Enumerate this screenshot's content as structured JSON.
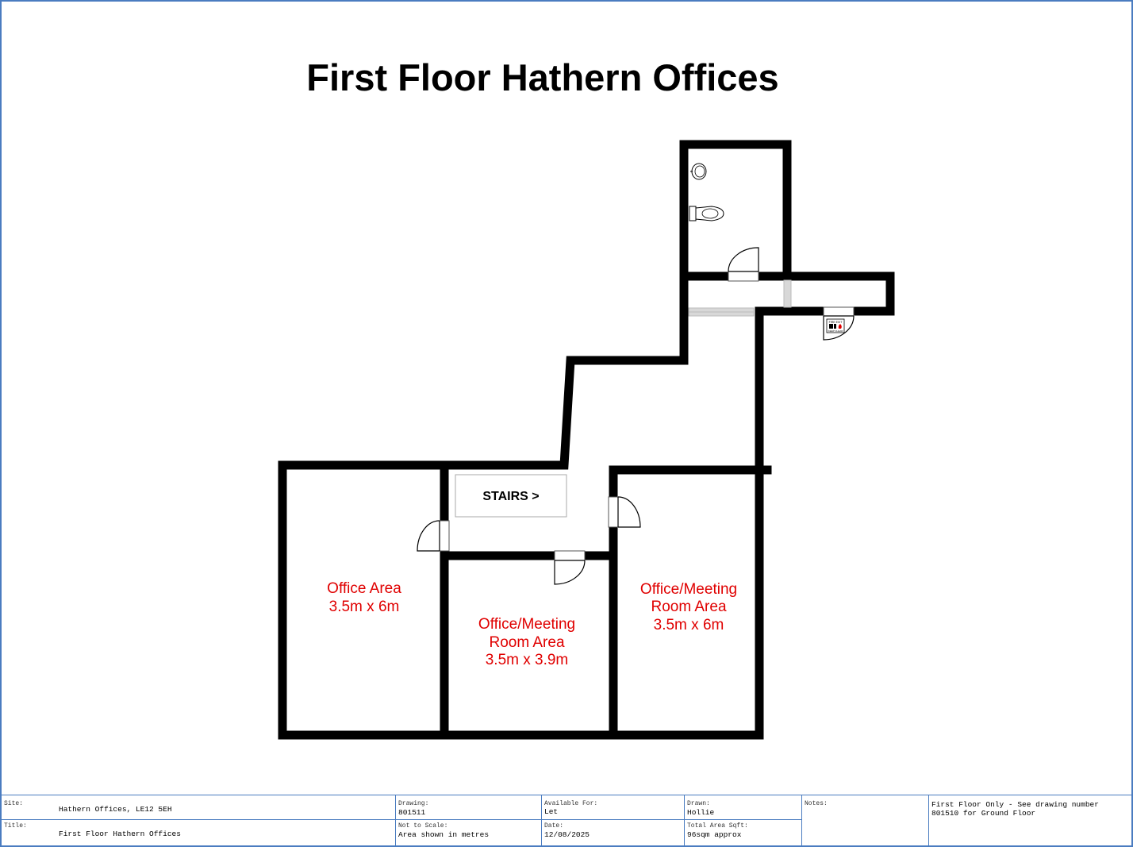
{
  "title": "First Floor Hathern Offices",
  "stairs_label": "STAIRS >",
  "rooms": [
    {
      "name": "Office Area",
      "size": "3.5m x 6m"
    },
    {
      "name_line1": "Office/Meeting",
      "name_line2": "Room Area",
      "size": "3.5m x 3.9m"
    },
    {
      "name_line1": "Office/Meeting",
      "name_line2": "Room Area",
      "size": "3.5m x 6m"
    }
  ],
  "fire_sign": {
    "line1": "FIRE EXIT",
    "line2": "KEEP CLEAR"
  },
  "title_block": {
    "site_label": "Site:",
    "site_value": "Hathern Offices, LE12 5EH",
    "title_label": "Title:",
    "title_value": "First Floor Hathern Offices",
    "drawing_label": "Drawing:",
    "drawing_value": "801511",
    "scale_label": "Not to Scale:",
    "scale_value": "Area shown in metres",
    "available_label": "Available For:",
    "available_value": "Let",
    "date_label": "Date:",
    "date_value": "12/08/2025",
    "drawn_label": "Drawn:",
    "drawn_value": "Hollie",
    "area_label": "Total Area Sqft:",
    "area_value": "96sqm approx",
    "notes_label": "Notes:",
    "notes_line1": "First Floor Only - See drawing number",
    "notes_line2": "801510 for Ground Floor"
  }
}
